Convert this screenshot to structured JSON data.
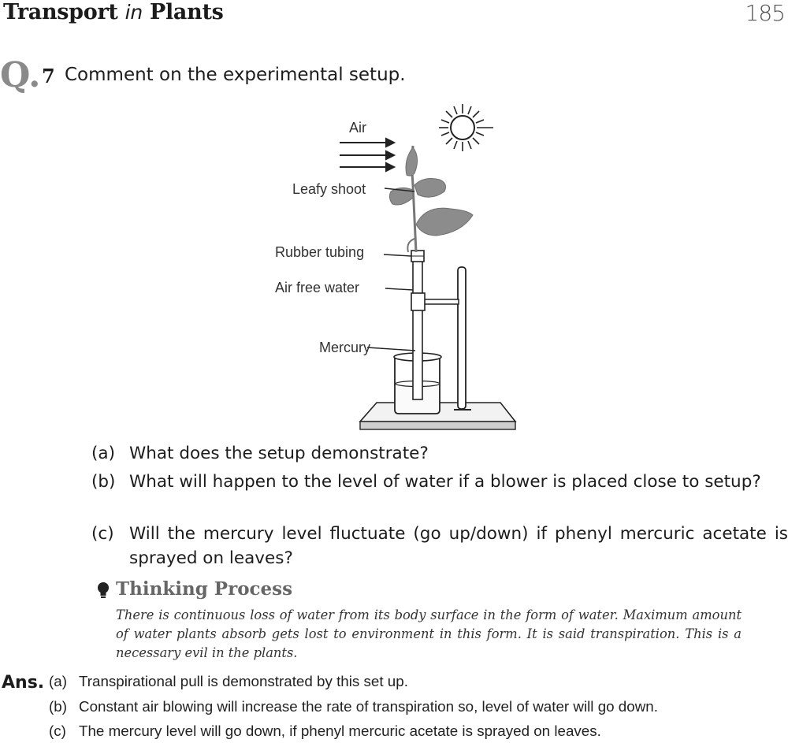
{
  "header": {
    "title_part1": "Transport ",
    "title_part2": "in",
    "title_part3": " Plants",
    "page_number": "185"
  },
  "question": {
    "marker": "Q.",
    "number": "7",
    "text": "Comment on the experimental setup."
  },
  "figure": {
    "labels": {
      "air": "Air",
      "leafy_shoot": "Leafy shoot",
      "rubber_tubing": "Rubber tubing",
      "air_free_water": "Air free water",
      "mercury": "Mercury"
    }
  },
  "sub_questions": [
    {
      "label": "(a)",
      "text": "What does the setup demonstrate?"
    },
    {
      "label": "(b)",
      "text": "What will happen to the level of water if a blower is placed close to setup?"
    },
    {
      "label": "(c)",
      "text": "Will the mercury level fluctuate (go up/down) if phenyl mercuric acetate is sprayed on leaves?"
    }
  ],
  "thinking_process": {
    "title": "Thinking Process",
    "body": "There is continuous loss of water from its body surface in the form of water. Maximum amount of water plants absorb gets lost to environment in this form. It is said transpiration. This is a necessary evil in the plants."
  },
  "answer": {
    "label": "Ans.",
    "items": [
      {
        "label": "(a)",
        "text": "Transpirational pull is demonstrated by this set up."
      },
      {
        "label": "(b)",
        "text": "Constant air blowing will increase the rate of transpiration so, level of water will go down."
      },
      {
        "label": "(c)",
        "text": "The mercury level will go down, if phenyl mercuric acetate is sprayed on leaves."
      }
    ]
  }
}
